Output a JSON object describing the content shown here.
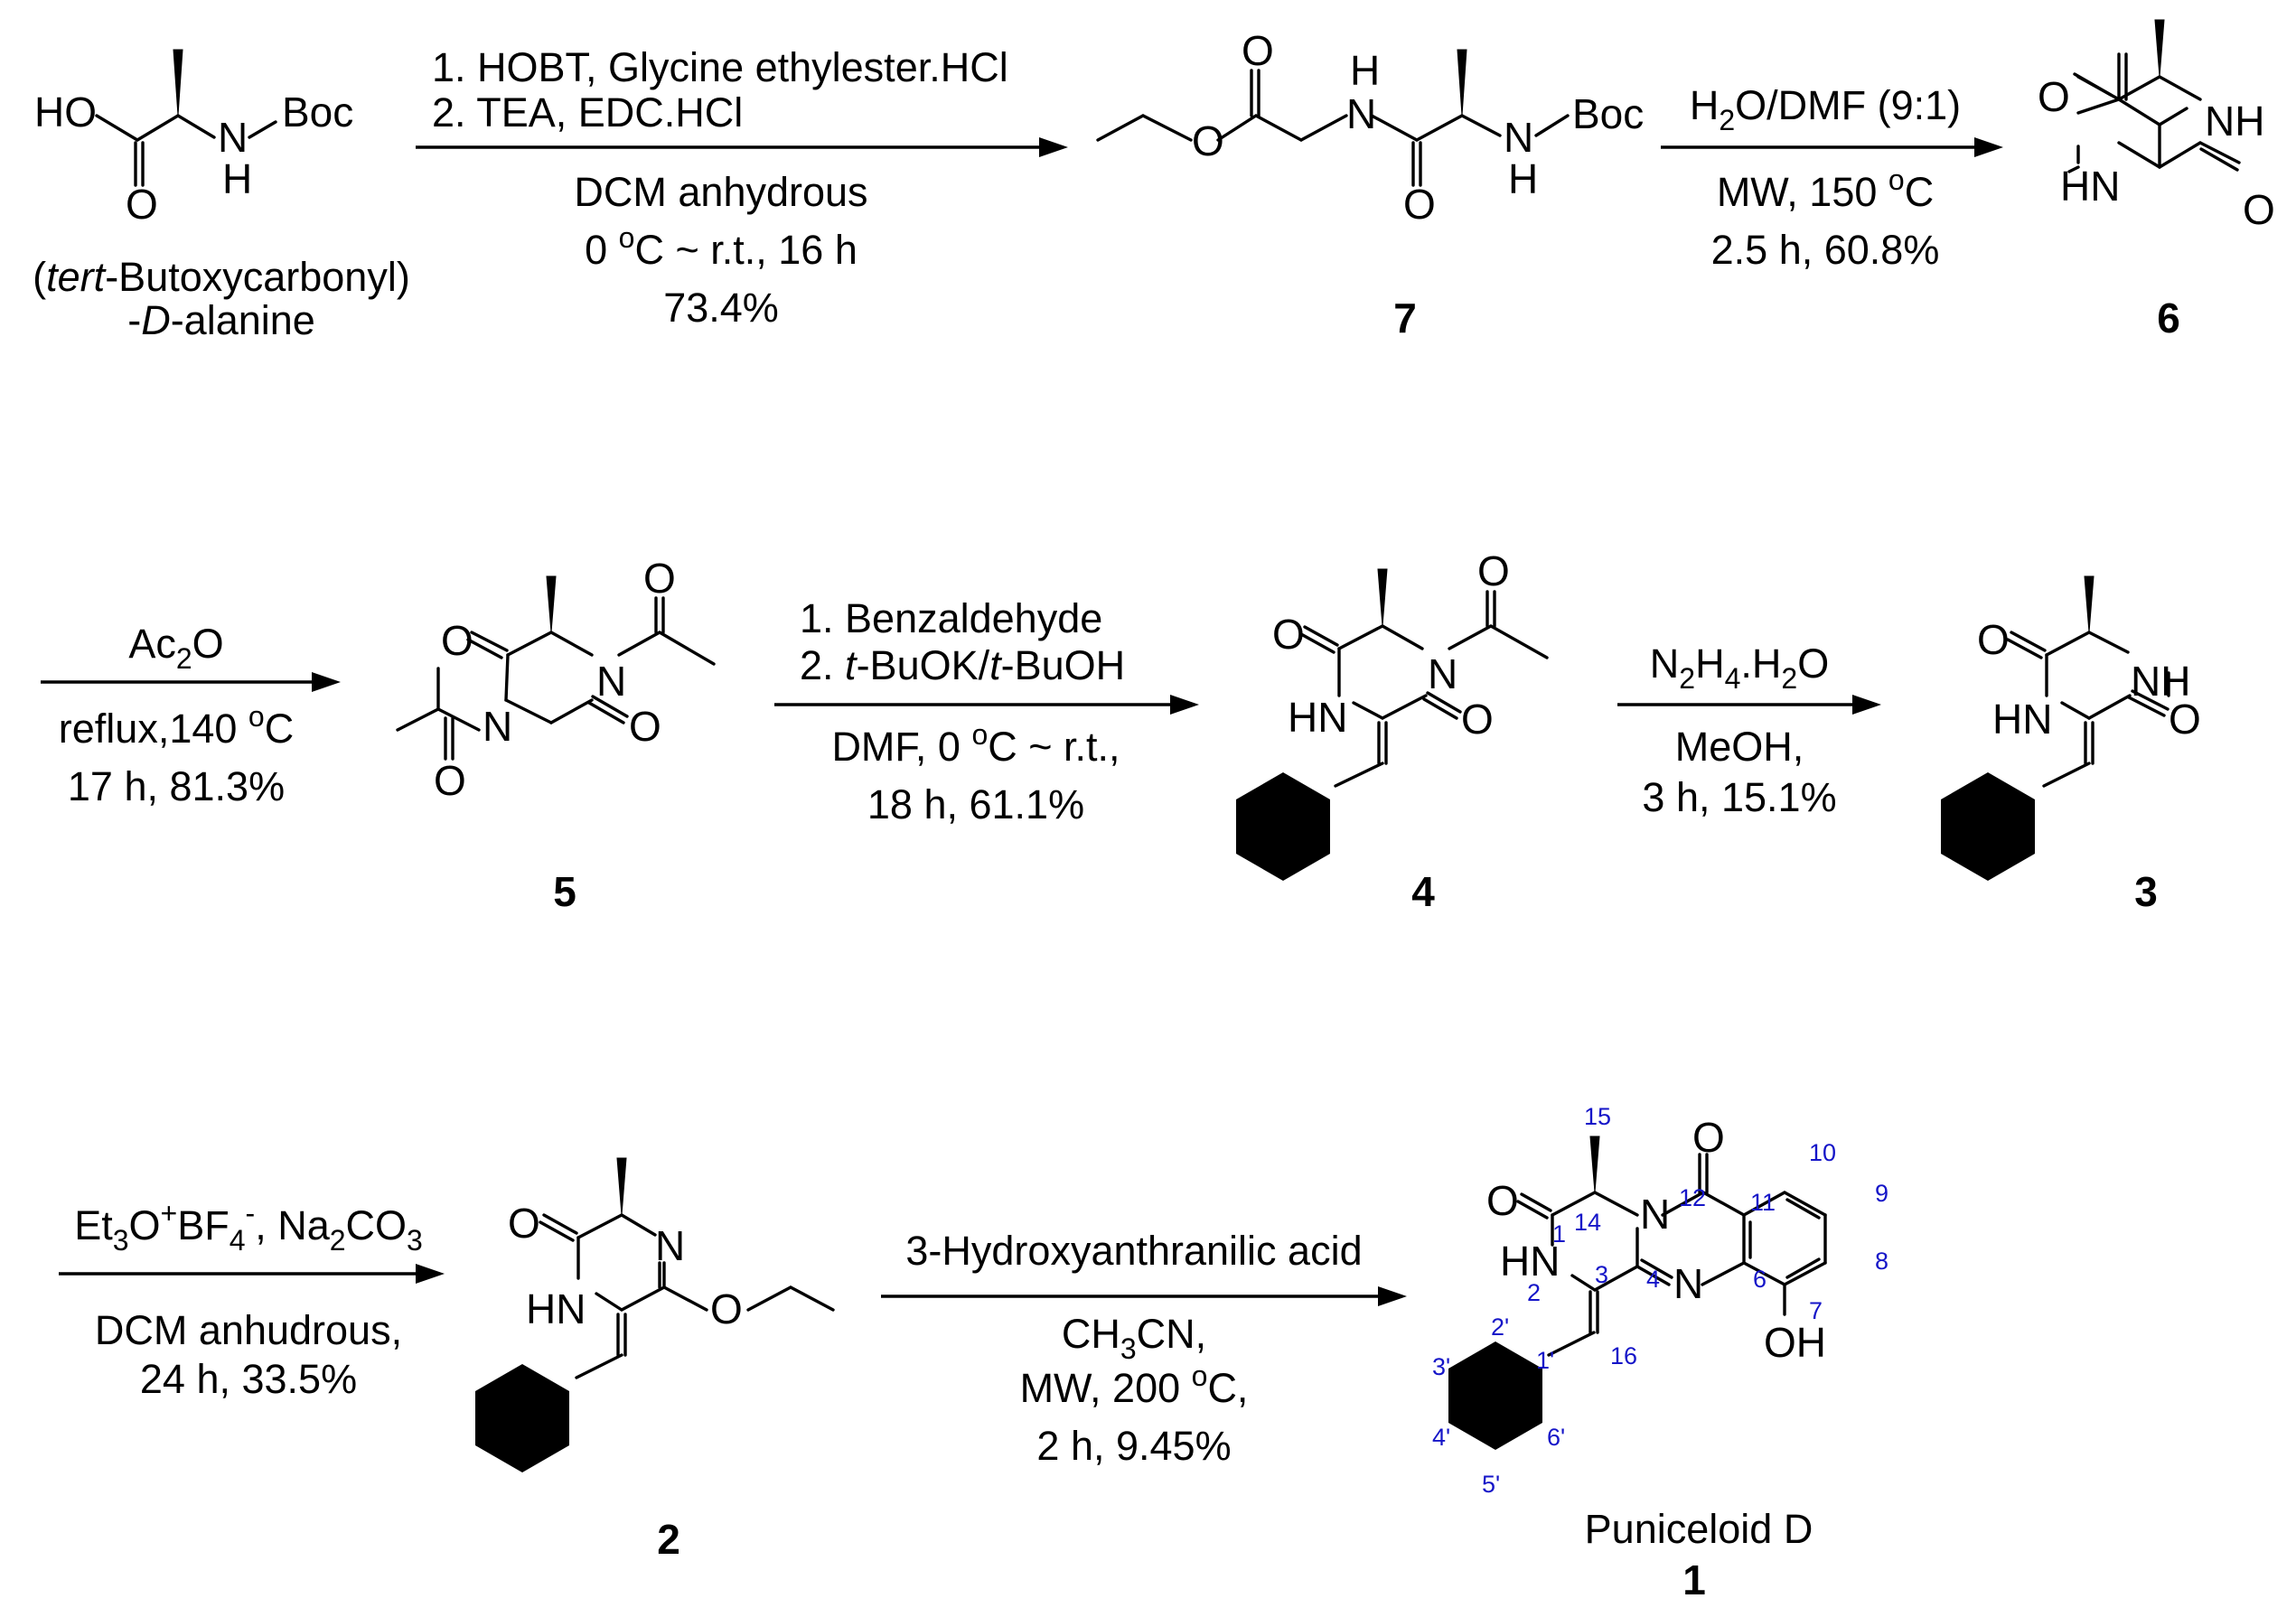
{
  "atoms": {
    "ho": "HO",
    "nh_h": "H",
    "n": "N",
    "nh": "NH",
    "hn": "HN",
    "o": "O",
    "oh": "OH",
    "boc": "Boc"
  },
  "start_material": {
    "line1_pre": "(",
    "line1_italic": "tert",
    "line1_post": "-Butoxycarbonyl)",
    "line2_pre": "-",
    "line2_italic": "D",
    "line2_post": "-alanine"
  },
  "steps": {
    "step1": {
      "above1": "1. HOBT, Glycine ethylester.HCl",
      "above2": "2. TEA, EDC.HCl",
      "below1": "DCM anhydrous",
      "below2_pre": "0 ",
      "below2_sup": "o",
      "below2_post": "C ~ r.t., 16 h",
      "below3": "73.4%"
    },
    "step2": {
      "above_a": "H",
      "above_sub": "2",
      "above_b": "O/DMF (9:1)",
      "below1_pre": "MW, 150 ",
      "below1_sup": "o",
      "below1_post": "C",
      "below2": "2.5 h, 60.8%"
    },
    "step3": {
      "above_a": "Ac",
      "above_sub": "2",
      "above_b": "O",
      "below1_pre": "reflux,140 ",
      "below1_sup": "o",
      "below1_post": "C",
      "below2": "17 h, 81.3%"
    },
    "step4": {
      "above1": "1. Benzaldehyde",
      "above2_a": "2. ",
      "above2_i1": "t",
      "above2_b": "-BuOK/",
      "above2_i2": "t",
      "above2_c": "-BuOH",
      "below1_pre": "DMF, 0 ",
      "below1_sup": "o",
      "below1_post": "C ~ r.t.,",
      "below2": "18 h, 61.1%"
    },
    "step5": {
      "above_a": "N",
      "above_sub1": "2",
      "above_b": "H",
      "above_sub2": "4",
      "above_c": ".H",
      "above_sub3": "2",
      "above_d": "O",
      "below1": "MeOH,",
      "below2": "3 h, 15.1%"
    },
    "step6": {
      "above_a": "Et",
      "above_sub1": "3",
      "above_b": "O",
      "above_sup1": "+",
      "above_c": "BF",
      "above_sub2": "4",
      "above_sup2": "-",
      "above_d": ", Na",
      "above_sub3": "2",
      "above_e": "CO",
      "above_sub4": "3",
      "below1": "DCM anhudrous,",
      "below2": "24 h, 33.5%"
    },
    "step7": {
      "above": "3-Hydroxyanthranilic acid",
      "below1_a": "CH",
      "below1_sub": "3",
      "below1_b": "CN,",
      "below2_pre": "MW, 200 ",
      "below2_sup": "o",
      "below2_post": "C,",
      "below3": "2 h, 9.45%"
    }
  },
  "compounds": {
    "c7": "7",
    "c6": "6",
    "c5": "5",
    "c4": "4",
    "c3": "3",
    "c2": "2",
    "c1": "1",
    "product_name": "Puniceloid D"
  },
  "numbering": {
    "n1": "1",
    "n2": "2",
    "n3": "3",
    "n4": "4",
    "n6": "6",
    "n7": "7",
    "n8": "8",
    "n9": "9",
    "n10": "10",
    "n11": "11",
    "n12": "12",
    "n14": "14",
    "n15": "15",
    "n16": "16",
    "p1": "1'",
    "p2": "2'",
    "p3": "3'",
    "p4": "4'",
    "p5": "5'",
    "p6": "6'"
  }
}
